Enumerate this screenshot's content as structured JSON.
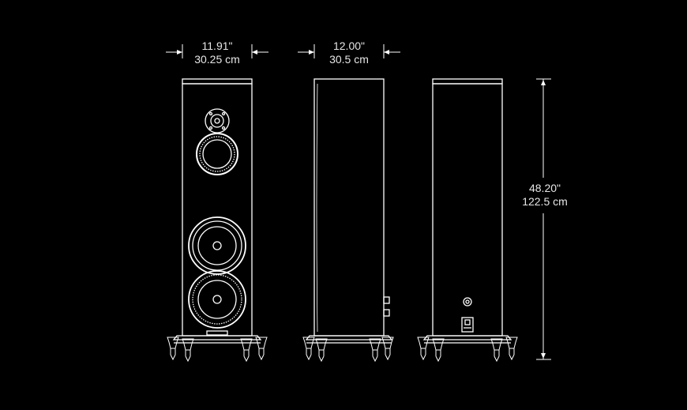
{
  "dimensions": {
    "front_width": {
      "imperial": "11.91\"",
      "metric": "30.25 cm"
    },
    "side_depth": {
      "imperial": "12.00\"",
      "metric": "30.5 cm"
    },
    "height": {
      "imperial": "48.20\"",
      "metric": "122.5 cm"
    }
  },
  "colors": {
    "background": "#000000",
    "line": "#ffffff",
    "text": "#e6e6e6"
  },
  "views": [
    "front-view",
    "side-view",
    "rear-view"
  ]
}
